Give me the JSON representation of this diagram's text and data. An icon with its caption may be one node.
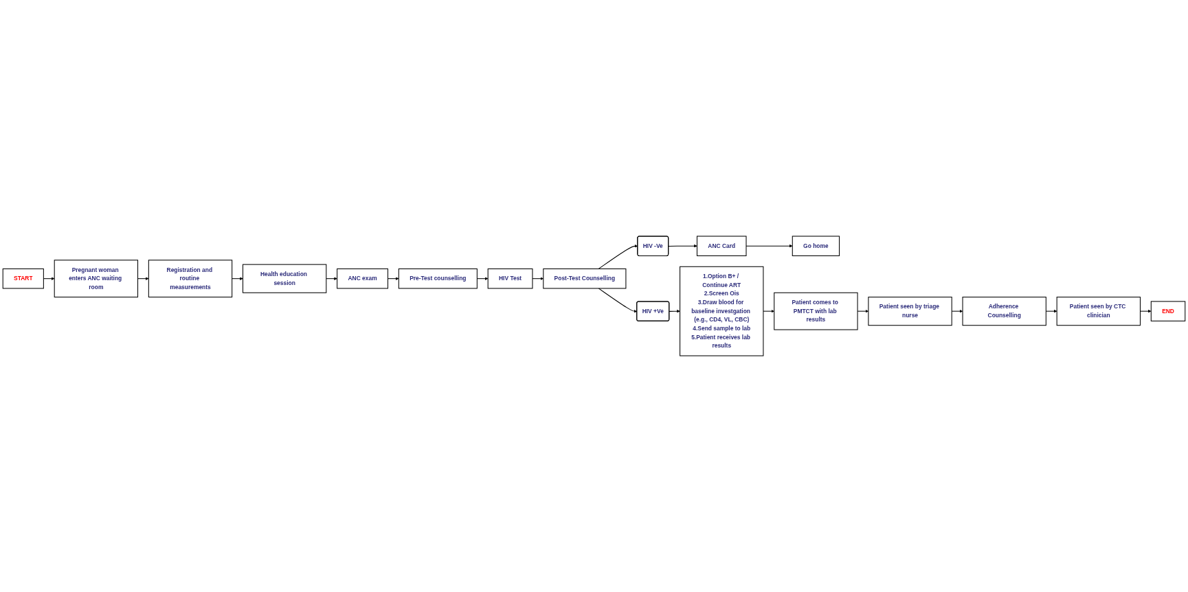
{
  "diagram": {
    "nodes": [
      {
        "text": [
          "START"
        ]
      },
      {
        "text": [
          "Pregnant woman enters ANC waiting room"
        ]
      },
      {
        "text": [
          "Registration and routine measurements"
        ]
      },
      {
        "text": [
          "Health education session"
        ]
      },
      {
        "text": [
          "ANC exam"
        ]
      },
      {
        "text": [
          "Pre-Test counselling"
        ]
      },
      {
        "text": [
          "HIV Test"
        ]
      },
      {
        "text": [
          "Post-Test Counselling"
        ]
      },
      {
        "text": [
          "HIV +Ve"
        ]
      },
      {
        "text": [
          "HIV -Ve"
        ]
      },
      {
        "text": [
          "1.Option B+ / Continue ART",
          "2.Screen Ois",
          "3.Draw blood for baseline investgation (e.g., CD4, VL, CBC)",
          "4.Send sample to lab",
          "5.Patient receives lab results"
        ]
      },
      {
        "text": [
          "ANC Card"
        ]
      },
      {
        "text": [
          "Go home"
        ]
      },
      {
        "text": [
          "Patient comes to PMTCT with lab results"
        ]
      },
      {
        "text": [
          "Patient seen by triage nurse"
        ]
      },
      {
        "text": [
          "Adherence Counselling"
        ]
      },
      {
        "text": [
          "Patient seen by CTC clinician"
        ]
      },
      {
        "text": [
          "END"
        ]
      }
    ],
    "edges": [
      {
        "from": 0,
        "to": 1,
        "arrow": "to"
      },
      {
        "from": 1,
        "to": 2,
        "arrow": "to"
      },
      {
        "from": 2,
        "to": 3,
        "arrow": "to"
      },
      {
        "from": 3,
        "to": 4,
        "arrow": "to"
      },
      {
        "from": 4,
        "to": 5,
        "arrow": "to"
      },
      {
        "from": 5,
        "to": 6,
        "arrow": "to"
      },
      {
        "from": 6,
        "to": 7,
        "arrow": "to"
      },
      {
        "from": 7,
        "to": 8,
        "arrow": "to"
      },
      {
        "from": 7,
        "to": 9,
        "arrow": "to"
      },
      {
        "from": 8,
        "to": 10,
        "arrow": "to"
      },
      {
        "from": 9,
        "to": 11,
        "arrow": "to"
      },
      {
        "from": 11,
        "to": 12,
        "arrow": "to"
      },
      {
        "from": 10,
        "to": 13,
        "arrow": "to"
      },
      {
        "from": 13,
        "to": 14,
        "arrow": "to"
      },
      {
        "from": 14,
        "to": 15,
        "arrow": "to"
      },
      {
        "from": 15,
        "to": 16,
        "arrow": "to"
      },
      {
        "from": 16,
        "to": 17,
        "arrow": "to"
      }
    ]
  }
}
